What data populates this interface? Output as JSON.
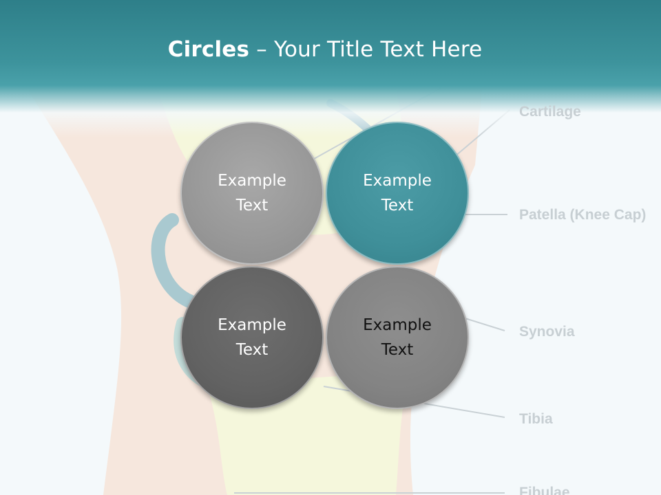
{
  "slide": {
    "title_bold": "Circles",
    "title_rest": " – Your Title Text Here"
  },
  "anatomy_labels": [
    "Cartilage",
    "Patella (Knee Cap)",
    "Synovia",
    "Tibia",
    "Fibulae"
  ],
  "circles": [
    {
      "text": "Example\nText",
      "color": "#979797"
    },
    {
      "text": "Example\nText",
      "color": "#3f8f99"
    },
    {
      "text": "Example\nText",
      "color": "#626262"
    },
    {
      "text": "Example\nText",
      "color": "#838383"
    }
  ],
  "colors": {
    "header": "#3d939c",
    "label_gray": "#c7cfd3",
    "background": "#f4f9fb"
  }
}
